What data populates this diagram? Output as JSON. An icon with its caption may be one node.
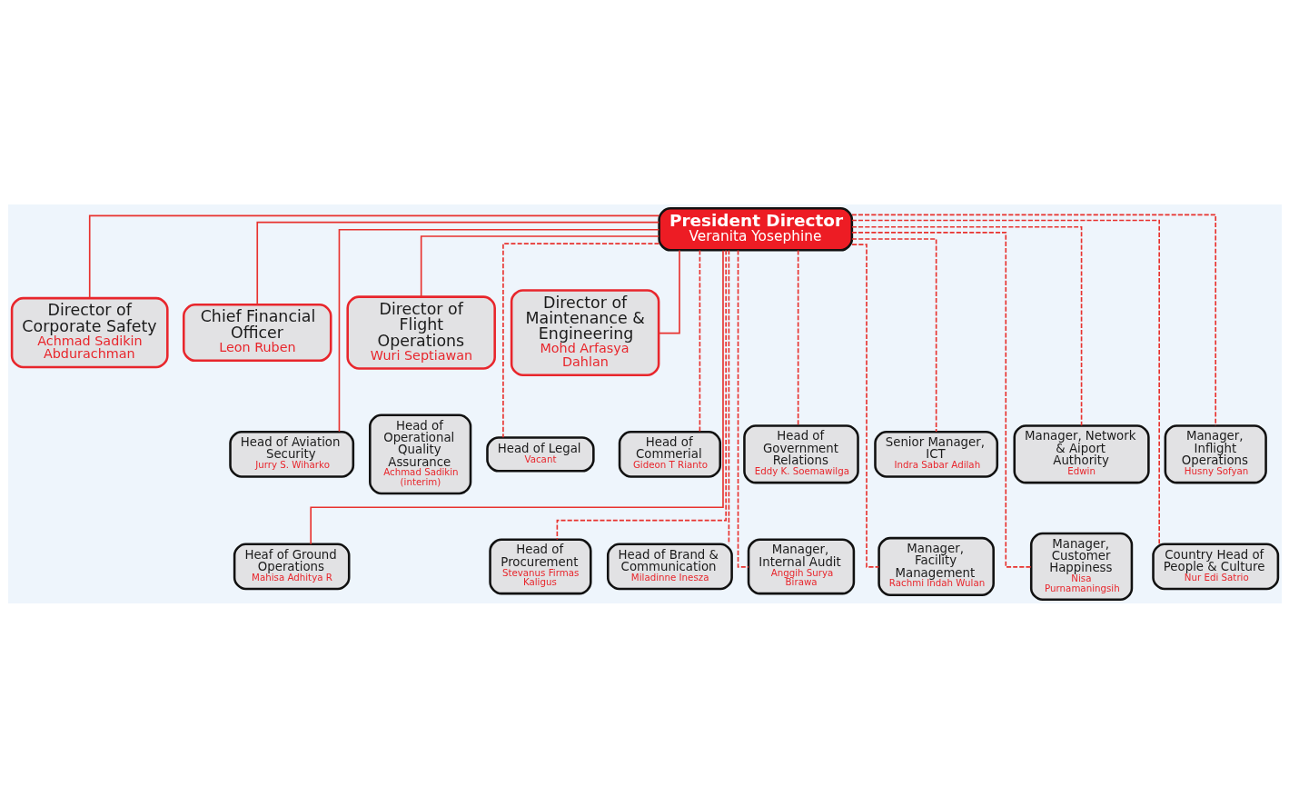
{
  "diagram": {
    "nodes": [
      {
        "text": [
          "President Director",
          "Veranita Yosephine"
        ]
      },
      {
        "text": [
          "Director of Corporate Safety",
          "Achmad Sadikin Abdurachman"
        ]
      },
      {
        "text": [
          "Chief Financial Officer",
          "Leon Ruben"
        ]
      },
      {
        "text": [
          "Director of Flight Operations",
          "Wuri Septiawan"
        ]
      },
      {
        "text": [
          "Director of Maintenance & Engineering",
          "Mohd Arfasya Dahlan"
        ]
      },
      {
        "text": [
          "Head of Aviation Security",
          "Jurry S. Wiharko"
        ]
      },
      {
        "text": [
          "Head of Operational Quality Assurance",
          "Achmad Sadikin (interim)"
        ]
      },
      {
        "text": [
          "Heaf of Ground Operations",
          "Mahisa Adhitya R"
        ]
      },
      {
        "text": [
          "Head of Legal",
          "Vacant"
        ]
      },
      {
        "text": [
          "Head of Commerial",
          "Gideon T Rianto"
        ]
      },
      {
        "text": [
          "Head of Government Relations",
          "Eddy K. Soemawilga"
        ]
      },
      {
        "text": [
          "Senior Manager, ICT",
          "Indra Sabar Adilah"
        ]
      },
      {
        "text": [
          "Manager, Network & Aiport Authority",
          "Edwin"
        ]
      },
      {
        "text": [
          "Manager, Inflight Operations",
          "Husny Sofyan"
        ]
      },
      {
        "text": [
          "Head of Procurement",
          "Stevanus Firmas Kaligus"
        ]
      },
      {
        "text": [
          "Head of Brand & Communication",
          "Miladinne Inesza"
        ]
      },
      {
        "text": [
          "Manager, Internal Audit",
          "Anggih Surya Birawa"
        ]
      },
      {
        "text": [
          "Manager, Facility Management",
          "Rachmi Indah Wulan"
        ]
      },
      {
        "text": [
          "Manager, Customer Happiness",
          "Nisa Purnamaningsih"
        ]
      },
      {
        "text": [
          "Country Head of People & Culture",
          "Nur Edi Satrio"
        ]
      }
    ],
    "edges": [
      {
        "from": 0,
        "to": 1,
        "arrow": "none"
      },
      {
        "from": 0,
        "to": 2,
        "arrow": "none"
      },
      {
        "from": 0,
        "to": 3,
        "arrow": "none"
      },
      {
        "from": 0,
        "to": 4,
        "arrow": "none"
      },
      {
        "from": 0,
        "to": 5,
        "arrow": "none"
      },
      {
        "from": 0,
        "to": 7,
        "arrow": "none"
      },
      {
        "from": 0,
        "to": 8,
        "arrow": "none",
        "style": "dashed"
      },
      {
        "from": 0,
        "to": 9,
        "arrow": "none",
        "style": "dashed"
      },
      {
        "from": 0,
        "to": 10,
        "arrow": "none",
        "style": "dashed"
      },
      {
        "from": 0,
        "to": 11,
        "arrow": "none",
        "style": "dashed"
      },
      {
        "from": 0,
        "to": 12,
        "arrow": "none",
        "style": "dashed"
      },
      {
        "from": 0,
        "to": 13,
        "arrow": "none",
        "style": "dashed"
      },
      {
        "from": 0,
        "to": 14,
        "arrow": "none",
        "style": "dashed"
      },
      {
        "from": 0,
        "to": 15,
        "arrow": "none",
        "style": "dashed"
      },
      {
        "from": 0,
        "to": 16,
        "arrow": "none",
        "style": "dashed"
      },
      {
        "from": 0,
        "to": 17,
        "arrow": "none",
        "style": "dashed"
      },
      {
        "from": 0,
        "to": 18,
        "arrow": "none",
        "style": "dashed"
      },
      {
        "from": 0,
        "to": 19,
        "arrow": "none",
        "style": "dashed"
      }
    ]
  }
}
